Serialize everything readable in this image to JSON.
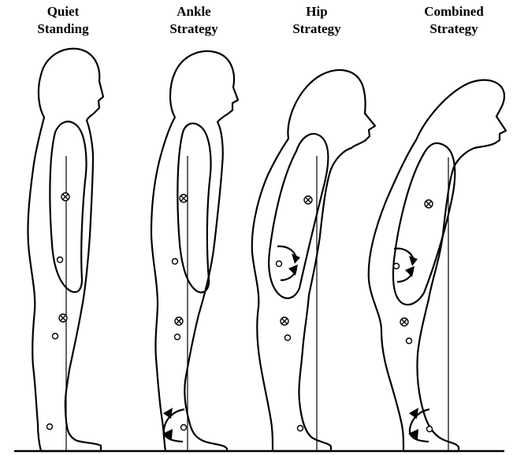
{
  "figure": {
    "panels": [
      {
        "id": "quiet-standing",
        "title_line1": "Quiet",
        "title_line2": "Standing"
      },
      {
        "id": "ankle-strategy",
        "title_line1": "Ankle",
        "title_line2": "Strategy"
      },
      {
        "id": "hip-strategy",
        "title_line1": "Hip",
        "title_line2": "Strategy"
      },
      {
        "id": "combined-strategy",
        "title_line1": "Combined",
        "title_line2": "Strategy"
      }
    ]
  }
}
